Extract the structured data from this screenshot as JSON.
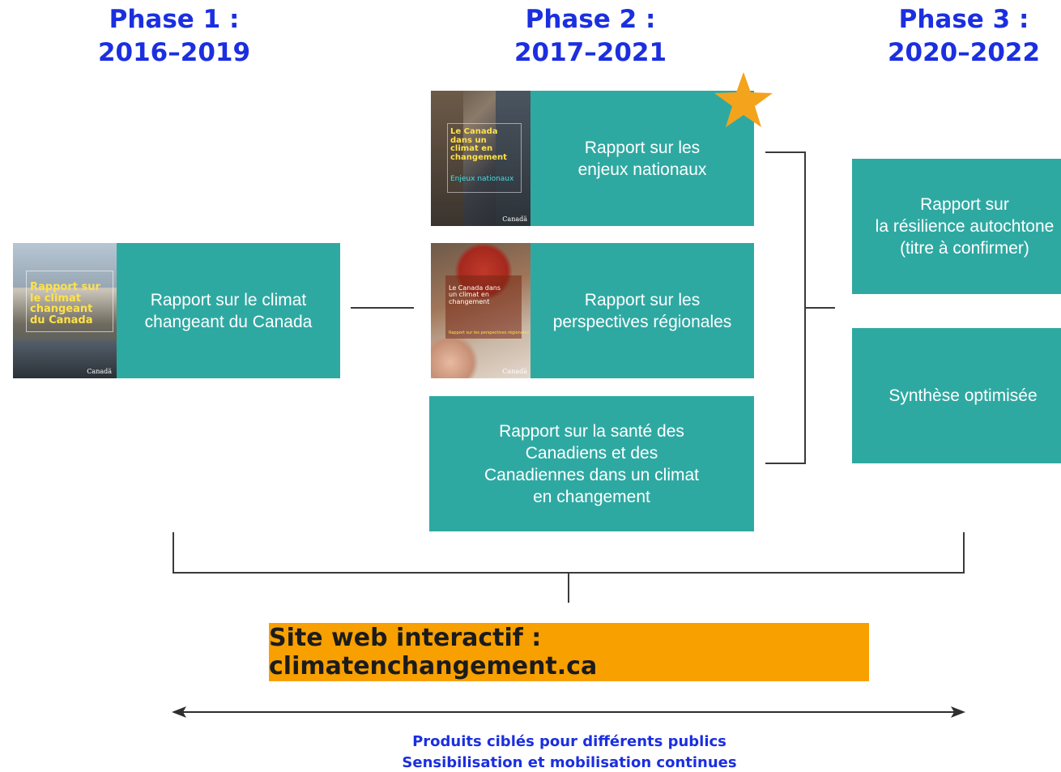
{
  "phases": [
    {
      "label": "Phase 1 :",
      "years": "2016–2019"
    },
    {
      "label": "Phase 2 :",
      "years": "2017–2021"
    },
    {
      "label": "Phase 3 :",
      "years": "2020–2022"
    }
  ],
  "phase1": {
    "report": {
      "label": "Rapport sur le climat\nchangeant du Canada"
    },
    "cover": {
      "title": "Rapport sur\nle climat\nchangeant\ndu Canada",
      "logo": "Canadä"
    }
  },
  "phase2": {
    "national": {
      "label": "Rapport sur les\nenjeux nationaux",
      "cover": {
        "title": "Le Canada\ndans un\nclimat en\nchangement",
        "subtitle": "Enjeux nationaux",
        "logo": "Canadä"
      }
    },
    "regional": {
      "label": "Rapport sur les\nperspectives régionales",
      "cover": {
        "title": "Le Canada dans\nun climat en\nchangement",
        "subtitle": "Rapport sur les perspectives régionales",
        "logo": "Canadä"
      }
    },
    "health": {
      "label": "Rapport sur la santé des\nCanadiens et des\nCanadiennes dans un climat\nen changement"
    }
  },
  "phase3": {
    "indigenous": {
      "label": "Rapport sur\nla résilience autochtone\n(titre à confirmer)"
    },
    "synthesis": {
      "label": "Synthèse optimisée"
    }
  },
  "website": {
    "label": "Site web interactif : climatenchangement.ca"
  },
  "footer": {
    "line1": "Produits ciblés pour différents publics",
    "line2": "Sensibilisation et mobilisation continues"
  },
  "colors": {
    "teal": "#2ea9a2",
    "orange": "#f8a000",
    "blue": "#1b2fe0",
    "star": "#f4a31d"
  },
  "icons": {
    "highlight": "star-icon",
    "timeline": "double-arrow"
  }
}
